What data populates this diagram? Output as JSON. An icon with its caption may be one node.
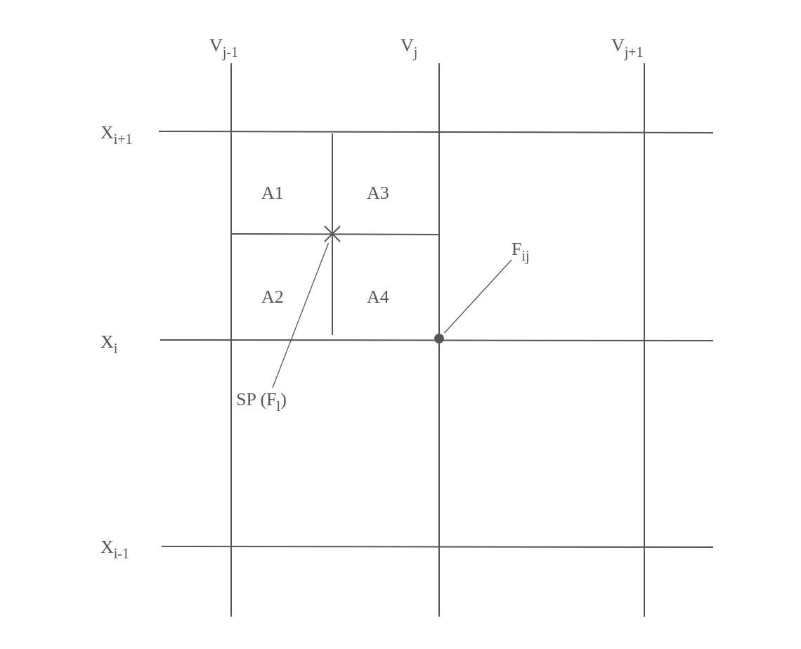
{
  "diagram": {
    "nodes": [
      {
        "text": [
          "SP (F$_{l}$)"
        ]
      },
      {
        "text": [],
        "shape": "cross"
      },
      {
        "text": [
          "F$_{ij}$"
        ]
      },
      {
        "text": [],
        "shape": "circle"
      }
    ],
    "edges": [
      {
        "from": 0,
        "to": 1,
        "arrow": "none"
      },
      {
        "from": 2,
        "to": 3,
        "arrow": "none"
      }
    ],
    "labels": [
      "V$_{j-1}$",
      "V$_{j}$",
      "V$_{j+1}$",
      "X$_{i+1}$",
      "A1",
      "A3",
      "A2",
      "A4",
      "X$_{i}$",
      "X$_{i-1}$"
    ]
  }
}
